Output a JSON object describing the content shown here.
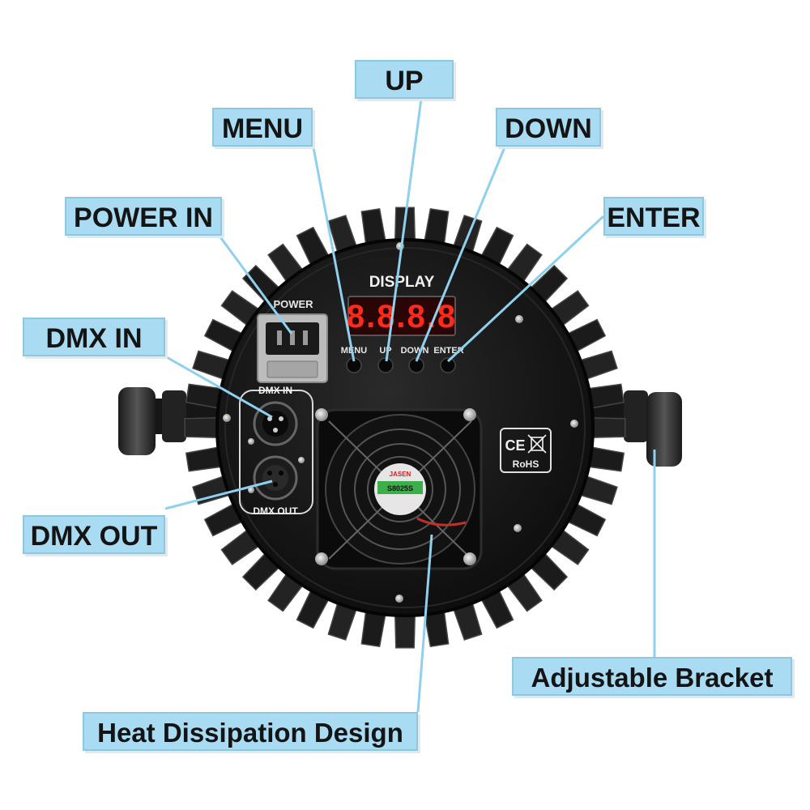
{
  "callouts": {
    "up": "UP",
    "menu": "MENU",
    "down": "DOWN",
    "power_in": "POWER IN",
    "enter": "ENTER",
    "dmx_in": "DMX IN",
    "dmx_out": "DMX OUT",
    "bracket": "Adjustable Bracket",
    "heat": "Heat Dissipation Design"
  },
  "panel": {
    "display_title": "DISPLAY",
    "display_digits": "8.8.8.8",
    "power_label": "POWER",
    "dmx_in_label": "DMX IN",
    "dmx_out_label": "DMX OUT",
    "buttons": [
      "MENU",
      "UP",
      "DOWN",
      "ENTER"
    ],
    "cert_ce": "CE",
    "cert_rohs": "RoHS",
    "fan_brand": "JASEN",
    "fan_model": "S8025S"
  },
  "colors": {
    "callout_bg": "#a9dcf2",
    "leader_line": "#8fd0ee",
    "display_red": "#ff2a1a",
    "body_black": "#111111"
  }
}
